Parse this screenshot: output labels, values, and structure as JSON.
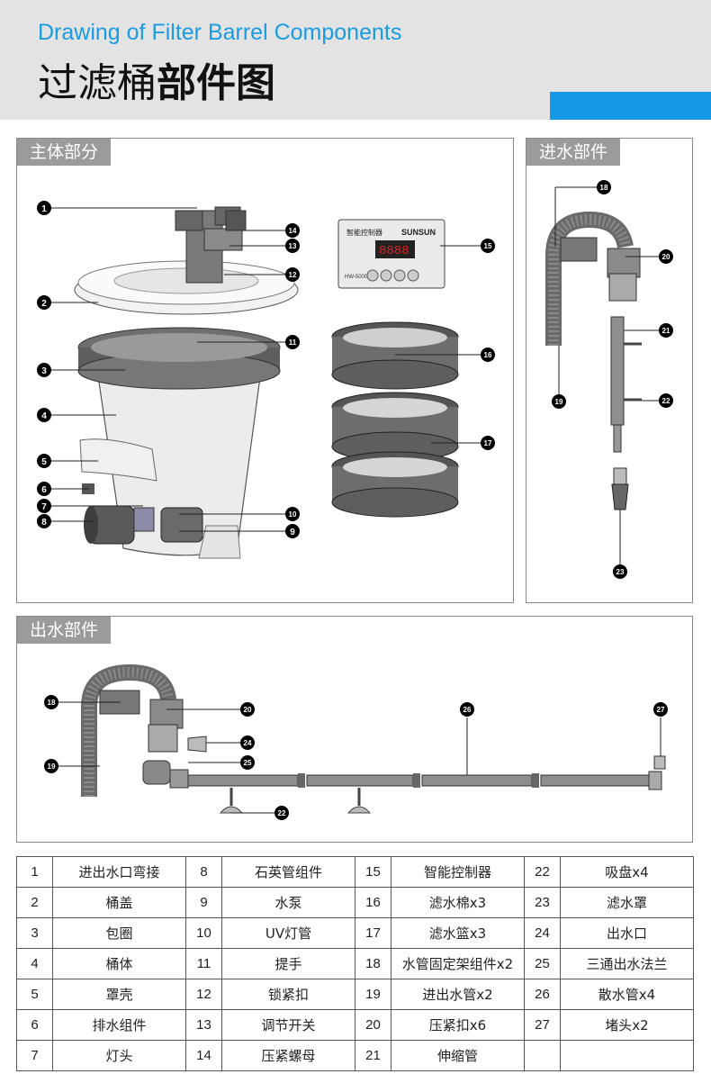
{
  "header": {
    "title_en": "Drawing of Filter Barrel Components",
    "title_cn_light": "过滤桶",
    "title_cn_bold": "部件图"
  },
  "panels": {
    "main": "主体部分",
    "inlet": "进水部件",
    "outlet": "出水部件"
  },
  "controller": {
    "label": "智能控制器",
    "brand": "SUNSUN",
    "display": "8888",
    "model": "HW-5000"
  },
  "callouts": [
    "1",
    "2",
    "3",
    "4",
    "5",
    "6",
    "7",
    "8",
    "9",
    "10",
    "11",
    "12",
    "13",
    "14",
    "15",
    "16",
    "17",
    "18",
    "19",
    "20",
    "21",
    "22",
    "23",
    "24",
    "25",
    "26",
    "27"
  ],
  "parts": [
    [
      "1",
      "进出水口弯接",
      "8",
      "石英管组件",
      "15",
      "智能控制器",
      "22",
      "吸盘x4"
    ],
    [
      "2",
      "桶盖",
      "9",
      "水泵",
      "16",
      "滤水棉x3",
      "23",
      "滤水罩"
    ],
    [
      "3",
      "包圈",
      "10",
      "UV灯管",
      "17",
      "滤水篮x3",
      "24",
      "出水口"
    ],
    [
      "4",
      "桶体",
      "11",
      "提手",
      "18",
      "水管固定架组件x2",
      "25",
      "三通出水法兰"
    ],
    [
      "5",
      "罩壳",
      "12",
      "锁紧扣",
      "19",
      "进出水管x2",
      "26",
      "散水管x4"
    ],
    [
      "6",
      "排水组件",
      "13",
      "调节开关",
      "20",
      "压紧扣x6",
      "27",
      "堵头x2"
    ],
    [
      "7",
      "灯头",
      "14",
      "压紧螺母",
      "21",
      "伸缩管",
      "",
      ""
    ]
  ],
  "colors": {
    "accent": "#1599e6",
    "title_en": "#1b9be0",
    "panel_label": "#9b9b9b"
  }
}
